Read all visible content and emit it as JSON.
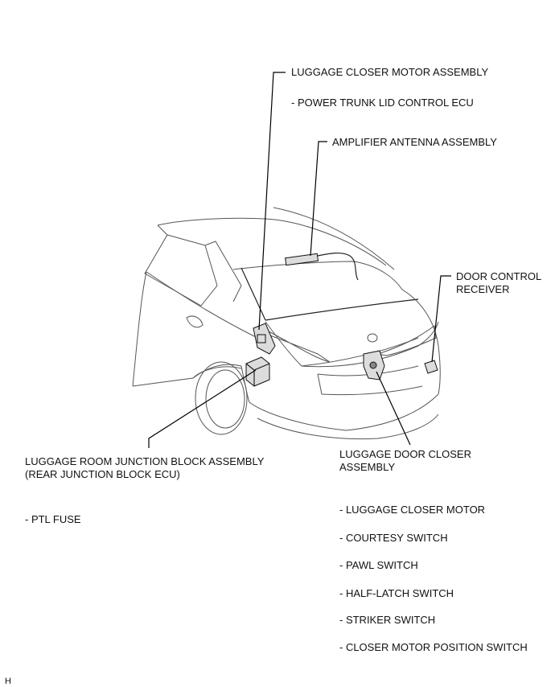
{
  "labels": {
    "luggage_closer_motor": {
      "title": "LUGGAGE CLOSER MOTOR ASSEMBLY",
      "sub": "- POWER TRUNK LID CONTROL ECU"
    },
    "amplifier_antenna": {
      "title": "AMPLIFIER ANTENNA ASSEMBLY"
    },
    "door_control_receiver": {
      "line1": "DOOR CONTROL",
      "line2": "RECEIVER"
    },
    "junction_block": {
      "line1": "LUGGAGE ROOM JUNCTION BLOCK ASSEMBLY",
      "line2": "(REAR JUNCTION BLOCK ECU)",
      "sub": "- PTL FUSE"
    },
    "door_closer": {
      "line1": "LUGGAGE DOOR CLOSER",
      "line2": "ASSEMBLY",
      "items": [
        "- LUGGAGE CLOSER MOTOR",
        "- COURTESY SWITCH",
        "- PAWL SWITCH",
        "- HALF-LATCH SWITCH",
        "- STRIKER SWITCH",
        "- CLOSER MOTOR POSITION SWITCH"
      ]
    }
  },
  "corner_mark": "H"
}
